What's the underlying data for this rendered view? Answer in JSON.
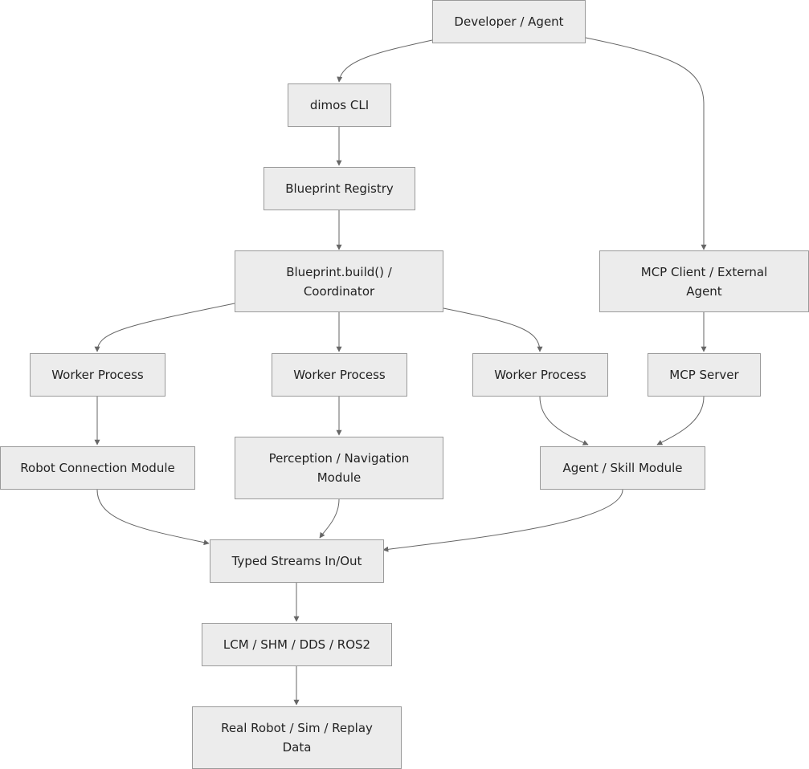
{
  "nodes": {
    "developer_agent": "Developer / Agent",
    "dimos_cli": "dimos CLI",
    "blueprint_registry": "Blueprint Registry",
    "blueprint_build": "Blueprint.build() /\nCoordinator",
    "mcp_client": "MCP Client / External\nAgent",
    "worker_process_1": "Worker Process",
    "worker_process_2": "Worker Process",
    "worker_process_3": "Worker Process",
    "mcp_server": "MCP Server",
    "robot_connection_module": "Robot Connection Module",
    "perception_navigation_module": "Perception / Navigation\nModule",
    "agent_skill_module": "Agent / Skill Module",
    "typed_streams": "Typed Streams In/Out",
    "transports": "LCM / SHM / DDS / ROS2",
    "real_robot_data": "Real Robot / Sim / Replay\nData"
  },
  "colors": {
    "node_fill": "#ececec",
    "node_border": "#9a9a9a",
    "edge": "#666666",
    "text": "#222222"
  }
}
